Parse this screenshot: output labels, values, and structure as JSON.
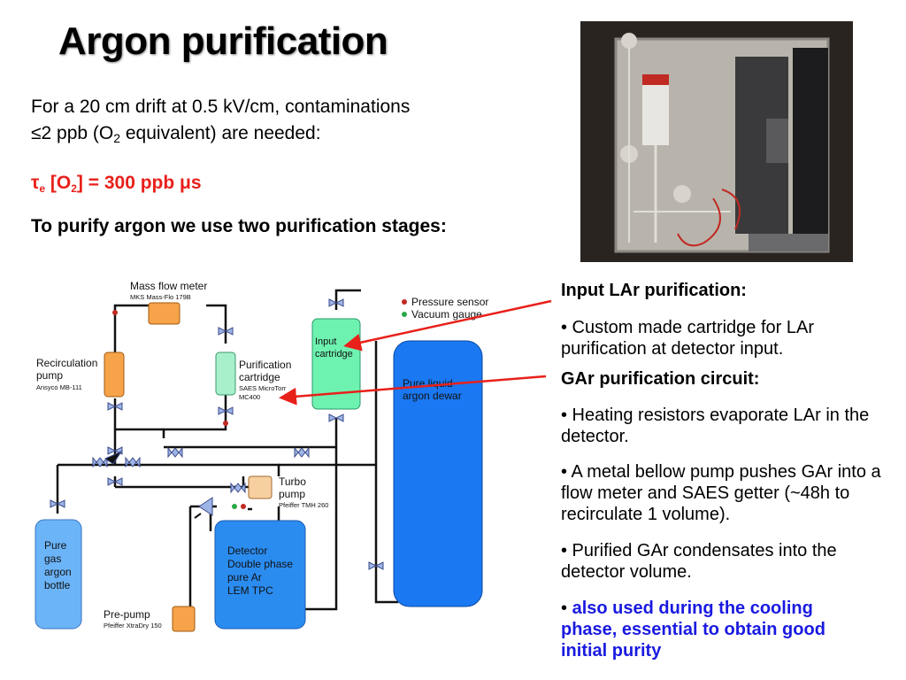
{
  "title": "Argon purification",
  "intro": {
    "line1": "For a 20 cm drift at 0.5 kV/cm, contaminations",
    "line2_pre": "≤2 ppb (O",
    "line2_sub": "2",
    "line2_post": " equivalent) are needed:"
  },
  "formula": {
    "tau": "τ",
    "tau_sub": "e",
    "o2_pre": " [O",
    "o2_sub": "2",
    "rest": "] = 300 ppb μs"
  },
  "stages_heading": "To purify argon we use two purification stages:",
  "right": {
    "input_heading": "Input LAr purification:",
    "input_bullet": "• Custom made cartridge for LAr purification at detector input.",
    "gar_heading": "GAr purification circuit:",
    "gar_bullet1": "• Heating resistors evaporate LAr in the detector.",
    "gar_bullet2": "• A metal bellow pump pushes GAr into a flow meter and SAES getter (~48h to recirculate 1 volume).",
    "gar_bullet3": "• Purified GAr condensates into the detector volume.",
    "cool_bullet": "•",
    "cool_text": "also used during the cooling phase, essential to obtain good initial purity"
  },
  "diagram": {
    "mass_flow_meter": "Mass flow meter",
    "mass_flow_model": "MKS Mass-Flo 179B",
    "recirc_pump_1": "Recirculation",
    "recirc_pump_2": "pump",
    "recirc_pump_model": "Ansyco MB-111",
    "purif_1": "Purification",
    "purif_2": "cartridge",
    "purif_model_1": "SAES MicroTorr",
    "purif_model_2": "MC400",
    "input_cart_1": "Input",
    "input_cart_2": "cartridge",
    "legend_pressure": "Pressure sensor",
    "legend_vacuum": "Vacuum gauge",
    "dewar_1": "Pure liquid",
    "dewar_2": "argon dewar",
    "turbo_1": "Turbo",
    "turbo_2": "pump",
    "turbo_model": "Pfeiffer TMH 260",
    "bottle_1": "Pure",
    "bottle_2": "gas",
    "bottle_3": "argon",
    "bottle_4": "bottle",
    "detector_1": "Detector",
    "detector_2": "Double phase",
    "detector_3": "pure Ar",
    "detector_4": "LEM TPC",
    "prepump_1": "Pre-pump",
    "prepump_model": "Pfeiffer XtraDry 150"
  },
  "colors": {
    "accent_red": "#e8201a",
    "accent_blue": "#1a1ae0",
    "orange": "#f7a34a",
    "green": "#7ff0b8",
    "blue_box": "#2b8cf0",
    "valve_blue": "#9db4e6"
  }
}
